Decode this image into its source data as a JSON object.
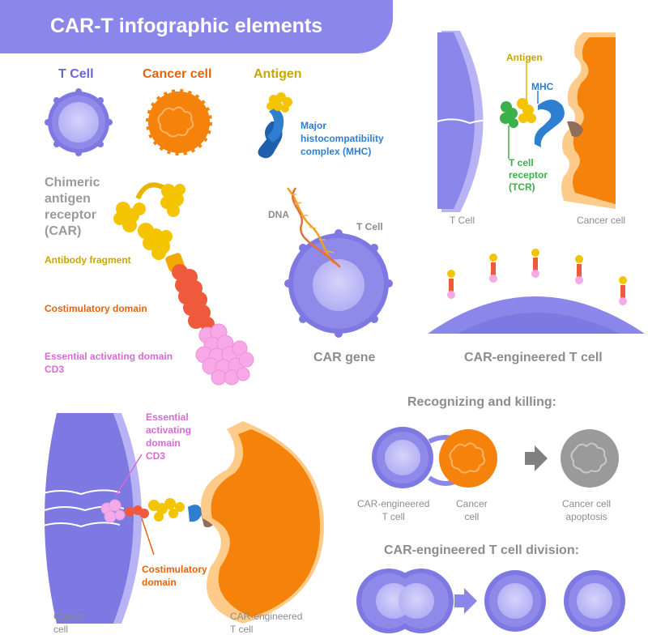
{
  "title": "CAR-T infographic elements",
  "legend": {
    "t_cell": "T Cell",
    "cancer_cell": "Cancer cell",
    "antigen": "Antigen",
    "mhc": "Major\nhistocompatibility\ncomplex (MHC)"
  },
  "car_structure": {
    "heading": "Chimeric\nantigen\nreceptor\n(CAR)",
    "antibody": "Antibody fragment",
    "costim": "Costimulatory domain",
    "cd3": "Essential activating domain\nCD3"
  },
  "tcr_panel": {
    "antigen": "Antigen",
    "mhc": "MHC",
    "tcr": "T cell\nreceptor\n(TCR)",
    "t_cell": "T Cell",
    "cancer_cell": "Cancer cell"
  },
  "car_gene": {
    "dna": "DNA",
    "t_cell": "T Cell",
    "caption": "CAR gene"
  },
  "engineered": {
    "caption": "CAR-engineered T cell"
  },
  "bottom_left": {
    "cd3": "Essential\nactivating\ndomain\nCD3",
    "costim": "Costimulatory\ndomain",
    "left_label": "Cancer\ncell",
    "right_label": "CAR-engineered\nT cell"
  },
  "recognizing": {
    "heading": "Recognizing and killing:",
    "car_t": "CAR-engineered\nT cell",
    "cancer": "Cancer\ncell",
    "apoptosis": "Cancer cell\napoptosis"
  },
  "division": {
    "heading": "CAR-engineered T cell division:"
  },
  "colors": {
    "purple": "#8b87ea",
    "purple_dark": "#6b66d8",
    "purple_light": "#b7b3f5",
    "orange": "#f5820a",
    "orange_light": "#ffcb8a",
    "yellow": "#f5c400",
    "blue": "#2f7fd0",
    "red": "#ef5a3c",
    "pink": "#f7a8e6",
    "green": "#3cb04a",
    "gray": "#9a9a9a",
    "label_gray": "#8c8c8c",
    "label_purple": "#6b66d8",
    "label_olive": "#c9a600",
    "label_orange": "#e8620c",
    "label_pink": "#d86ad6",
    "label_blue": "#2f7fd0",
    "label_green": "#3cb04a"
  }
}
